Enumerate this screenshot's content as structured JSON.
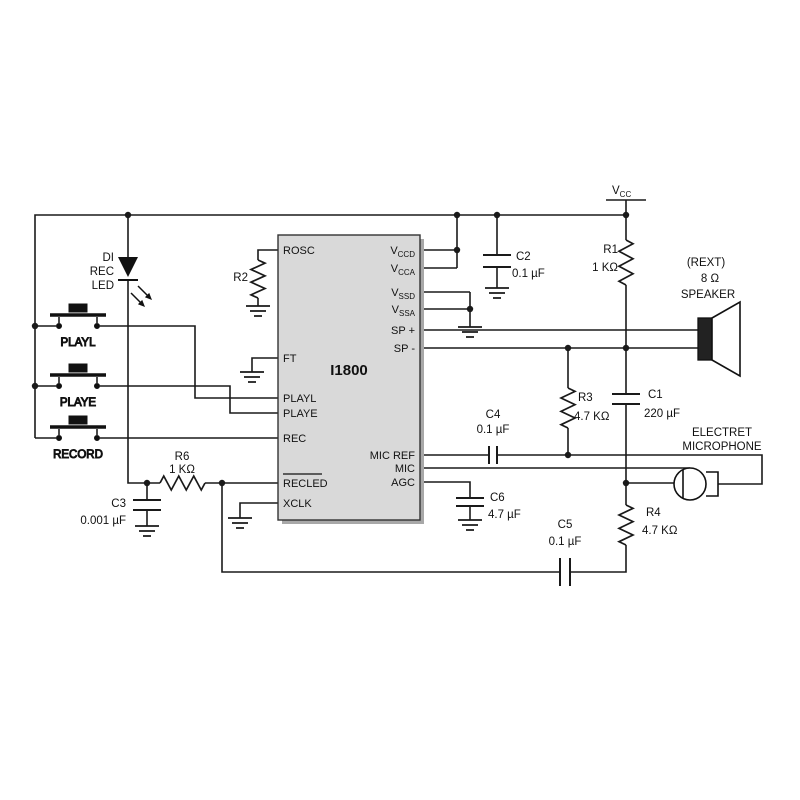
{
  "power": {
    "vcc": {
      "base": "V",
      "sub": "CC"
    }
  },
  "ic": {
    "name": "I1800",
    "left_pins": [
      "ROSC",
      "FT",
      "PLAYL",
      "PLAYE",
      "REC",
      "RECLED",
      "XCLK"
    ],
    "right_power_pins": [
      {
        "base": "V",
        "sub": "CCD"
      },
      {
        "base": "V",
        "sub": "CCA"
      },
      {
        "base": "V",
        "sub": "SSD"
      },
      {
        "base": "V",
        "sub": "SSA"
      }
    ],
    "right_pins": [
      "SP +",
      "SP -",
      "MIC REF",
      "MIC",
      "AGC"
    ]
  },
  "resistors": {
    "r1": {
      "ref": "R1",
      "value": "1 KΩ"
    },
    "r2": {
      "ref": "R2"
    },
    "r3": {
      "ref": "R3",
      "value": "4.7 KΩ"
    },
    "r4": {
      "ref": "R4",
      "value": "4.7 KΩ"
    },
    "r6": {
      "ref": "R6",
      "value": "1 KΩ"
    }
  },
  "capacitors": {
    "c1": {
      "ref": "C1",
      "value": "220 µF"
    },
    "c2": {
      "ref": "C2",
      "value": "0.1 µF"
    },
    "c3": {
      "ref": "C3",
      "value": "0.001 µF"
    },
    "c4": {
      "ref": "C4",
      "value": "0.1 µF"
    },
    "c5": {
      "ref": "C5",
      "value": "0.1 µF"
    },
    "c6": {
      "ref": "C6",
      "value": "4.7 µF"
    }
  },
  "led": {
    "line1": "DI",
    "line2": "REC",
    "line3": "LED"
  },
  "speaker": {
    "line1": "(REXT)",
    "line2": "8 Ω",
    "line3": "SPEAKER"
  },
  "microphone": {
    "line1": "ELECTRET",
    "line2": "MICROPHONE"
  },
  "buttons": {
    "playl": "PLAYL",
    "playe": "PLAYE",
    "record": "RECORD"
  },
  "colors": {
    "wire": "#1a1a1a",
    "ic_fill": "#d9d9d9",
    "background": "#ffffff"
  }
}
